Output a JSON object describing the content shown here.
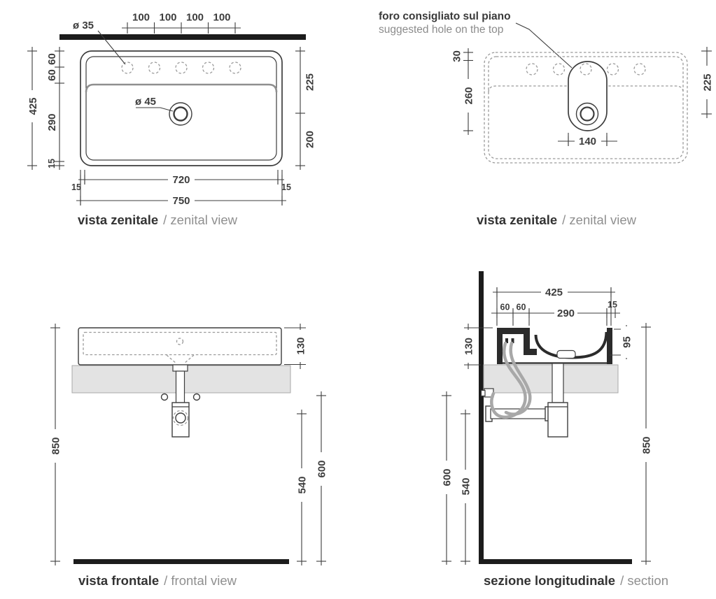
{
  "colors": {
    "line": "#3d3d3d",
    "dashed_gray": "#9a9a9a",
    "slab_gray": "#e3e3e3",
    "solid_black_bar": "#1c1c1c",
    "text_dark": "#3a3a3a",
    "text_muted": "#8c8c8c",
    "hose_gray": "#a8a8a8"
  },
  "views": {
    "zenital_left": {
      "caption_it": "vista zenitale",
      "caption_en": "/ zenital view",
      "dims": {
        "spacing1": "100",
        "spacing2": "100",
        "spacing3": "100",
        "spacing4": "100",
        "hole_dia": "ø 35",
        "drain_dia": "ø 45",
        "total_height": "425",
        "seg_60a": "60",
        "seg_60b": "60",
        "seg_290": "290",
        "seg_15": "15",
        "right_225": "225",
        "right_200": "200",
        "inner_width": "720",
        "side_15_left": "15",
        "side_15_right": "15",
        "total_width": "750"
      }
    },
    "zenital_right": {
      "caption_it": "vista zenitale",
      "caption_en": "/ zenital view",
      "note_it": "foro consigliato sul piano",
      "note_en": "suggested hole on the top",
      "dims": {
        "offset_30": "30",
        "hole_len_260": "260",
        "right_225": "225",
        "hole_w_140": "140"
      }
    },
    "frontal": {
      "caption_it": "vista frontale",
      "caption_en": "/ frontal view",
      "dims": {
        "basin_h_130": "130",
        "total_850": "850",
        "trap_540": "540",
        "slab_600": "600"
      }
    },
    "section": {
      "caption_it": "sezione longitudinale",
      "caption_en": "/ section",
      "dims": {
        "depth_425": "425",
        "seg_60a": "60",
        "seg_60b": "60",
        "seg_290": "290",
        "seg_15": "15",
        "basin_h_130": "130",
        "bowl_95": "95",
        "total_850": "850",
        "slab_600": "600",
        "trap_540": "540"
      }
    }
  }
}
